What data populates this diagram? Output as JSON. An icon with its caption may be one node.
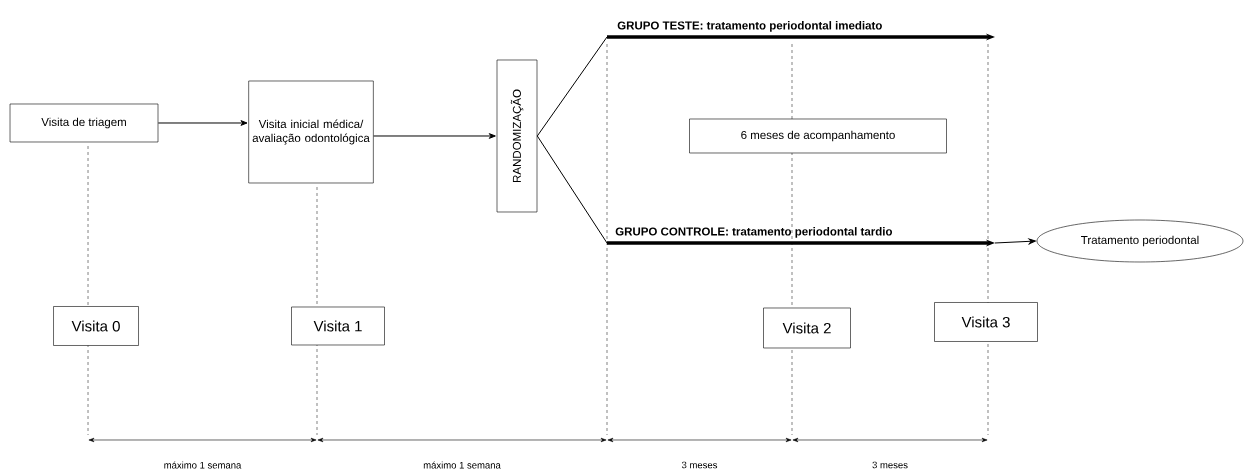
{
  "diagram": {
    "nodes": [
      {
        "text": [
          "Visita de triagem"
        ]
      },
      {
        "text": [
          "Visita inicial médica/ avaliação odontológica"
        ]
      },
      {
        "text": [
          "RANDOMIZAÇÃO"
        ]
      },
      {
        "text": [
          "GRUPO TESTE: tratamento periodontal imediato"
        ]
      },
      {
        "text": [
          "GRUPO CONTROLE: tratamento periodontal tardio"
        ]
      },
      {
        "text": [
          "Tratamento periodontal"
        ]
      },
      {
        "text": [
          "6 meses de acompanhamento"
        ]
      },
      {
        "text": [
          "Visita 0"
        ]
      },
      {
        "text": [
          "Visita 1"
        ]
      },
      {
        "text": [
          "Visita 2"
        ]
      },
      {
        "text": [
          "Visita 3"
        ]
      }
    ],
    "edges": [
      {
        "from": 0,
        "to": 1,
        "arrow": "to"
      },
      {
        "from": 1,
        "to": 2,
        "arrow": "to"
      },
      {
        "from": 2,
        "to": 3,
        "arrow": "none"
      },
      {
        "from": 2,
        "to": 4,
        "arrow": "none"
      },
      {
        "from": 3,
        "to": null,
        "arrow": "to",
        "style": "thick"
      },
      {
        "from": 4,
        "to": null,
        "arrow": "to",
        "style": "thick"
      },
      {
        "from": null,
        "to": 5,
        "arrow": "to"
      }
    ],
    "labels": [
      "máximo 1 semana",
      "máximo 1 semana",
      "3 meses",
      "3 meses"
    ]
  }
}
